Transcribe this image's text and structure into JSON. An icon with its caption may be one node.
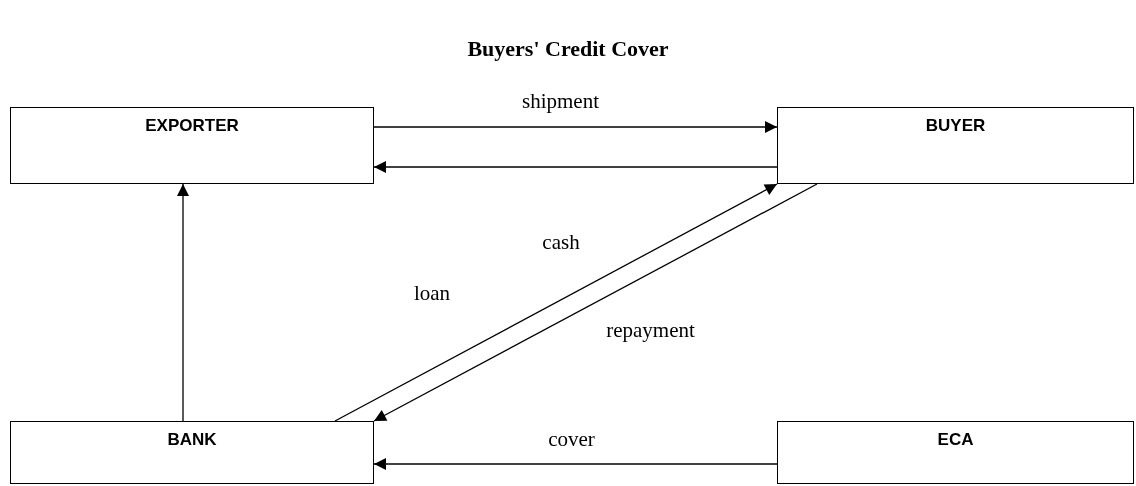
{
  "diagram": {
    "title": "Buyers' Credit Cover",
    "nodes": [
      {
        "text": [
          "EXPORTER"
        ]
      },
      {
        "text": [
          "BUYER"
        ]
      },
      {
        "text": [
          "BANK"
        ]
      },
      {
        "text": [
          "ECA"
        ]
      }
    ],
    "edges": [
      {
        "from": 0,
        "to": 1,
        "arrow": "to",
        "label": "shipment"
      },
      {
        "from": 1,
        "to": 0,
        "arrow": "to"
      },
      {
        "from": 2,
        "to": 1,
        "arrow": "to",
        "label": "loan"
      },
      {
        "from": 1,
        "to": 2,
        "arrow": "to",
        "label": "repayment"
      },
      {
        "from": 2,
        "to": 0,
        "arrow": "to"
      },
      {
        "from": 3,
        "to": 2,
        "arrow": "to",
        "label": "cover"
      }
    ],
    "labels": [
      "cash"
    ]
  }
}
